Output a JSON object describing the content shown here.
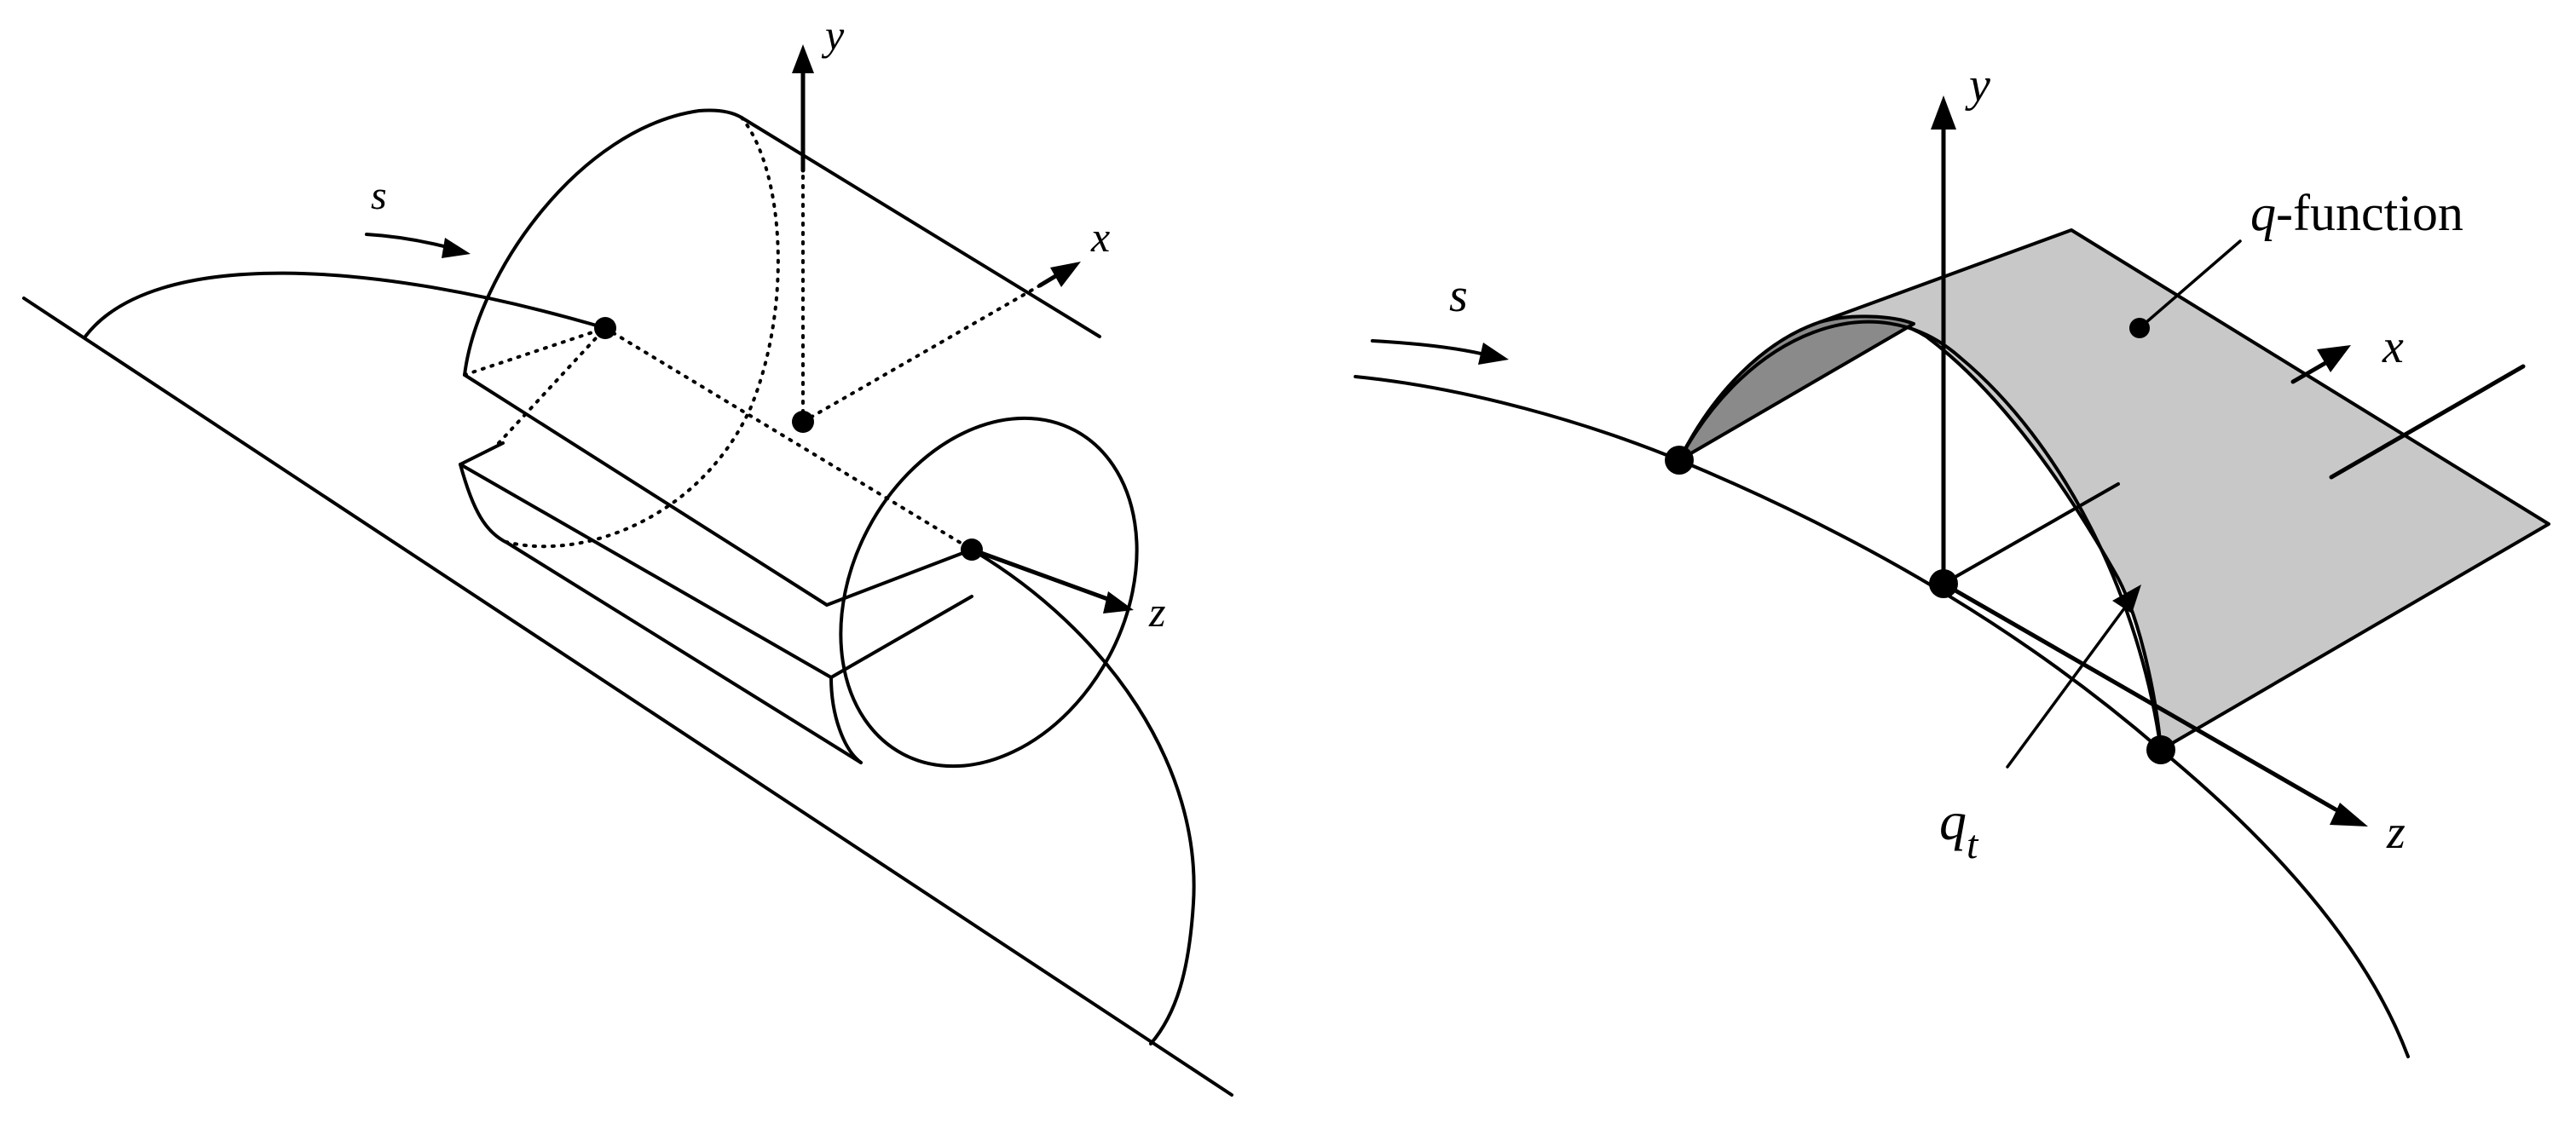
{
  "left": {
    "labels": {
      "s": "s",
      "y": "y",
      "x": "x",
      "z": "z"
    }
  },
  "right": {
    "labels": {
      "s": "s",
      "y": "y",
      "x": "x",
      "z": "z",
      "q_italic": "q",
      "function_suffix": "-function",
      "qt_base": "q",
      "qt_sub": "t"
    },
    "colors": {
      "surface": "#c8c8c8",
      "surface_dark": "#8a8a8a"
    }
  }
}
